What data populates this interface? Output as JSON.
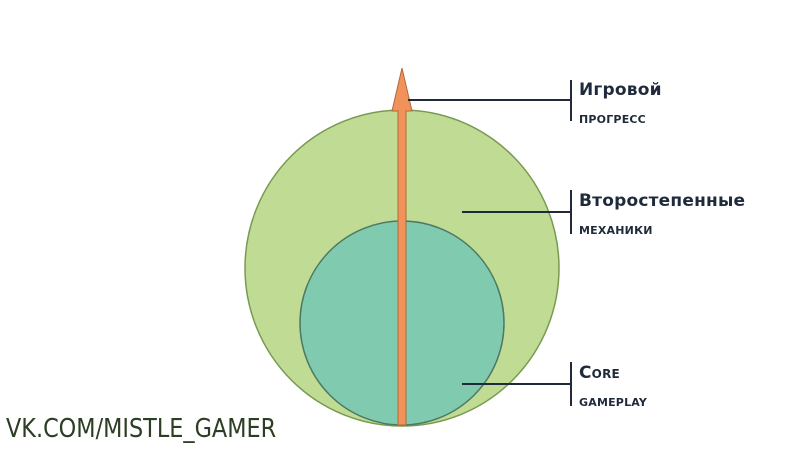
{
  "labels": {
    "game_progress": {
      "line1": "Игровой",
      "line2": "прогресс"
    },
    "secondary_mechanics": {
      "line1": "Второстепенные",
      "line2": "механики"
    },
    "core_gameplay": {
      "line1": "Core",
      "line2": "gameplay"
    }
  },
  "watermark": "VK.COM/MISTLE_GAMER",
  "colors": {
    "outer_circle_fill": "#c0dc94",
    "outer_circle_stroke": "#789a50",
    "inner_circle_fill": "#80cab0",
    "inner_circle_stroke": "#4d7a62",
    "arrow_fill": "#f0925a",
    "arrow_stroke": "#b06a3a",
    "connector": "#1f2a3a"
  }
}
